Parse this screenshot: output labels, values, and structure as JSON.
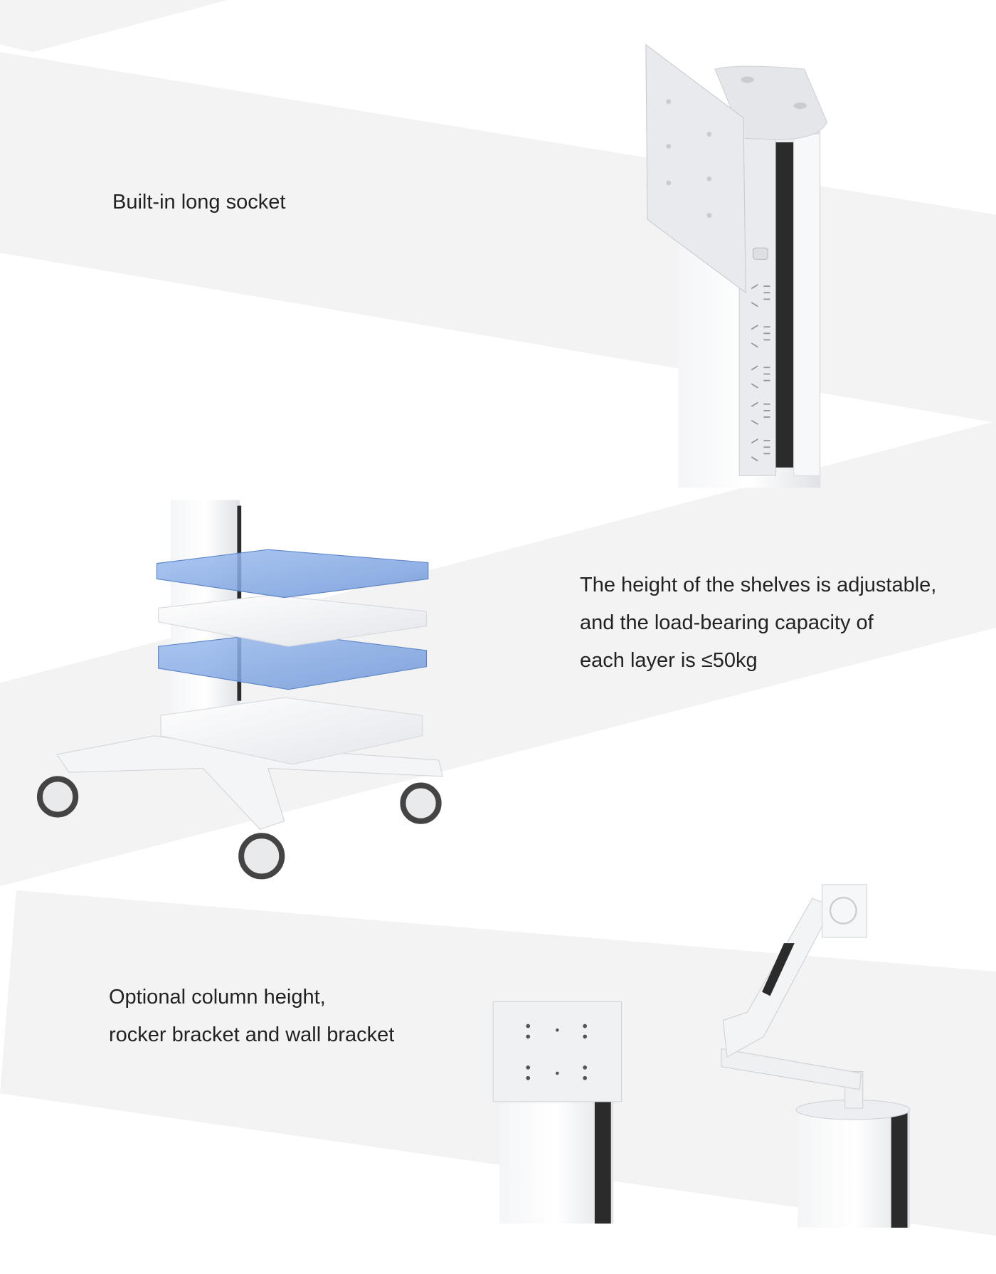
{
  "sections": [
    {
      "id": "socket",
      "lines": [
        "Built-in long socket"
      ]
    },
    {
      "id": "shelves",
      "lines": [
        "The height of the shelves is adjustable,",
        "and the load-bearing capacity of",
        "each layer is ≤50kg"
      ]
    },
    {
      "id": "options",
      "lines": [
        "Optional column height,",
        "rocker bracket and wall bracket"
      ]
    }
  ],
  "colors": {
    "band": "#f3f3f3",
    "text": "#222222",
    "shelf_blue": "#7ea6e0",
    "metal": "#e6e8eb",
    "rail": "#2a2a2a"
  }
}
